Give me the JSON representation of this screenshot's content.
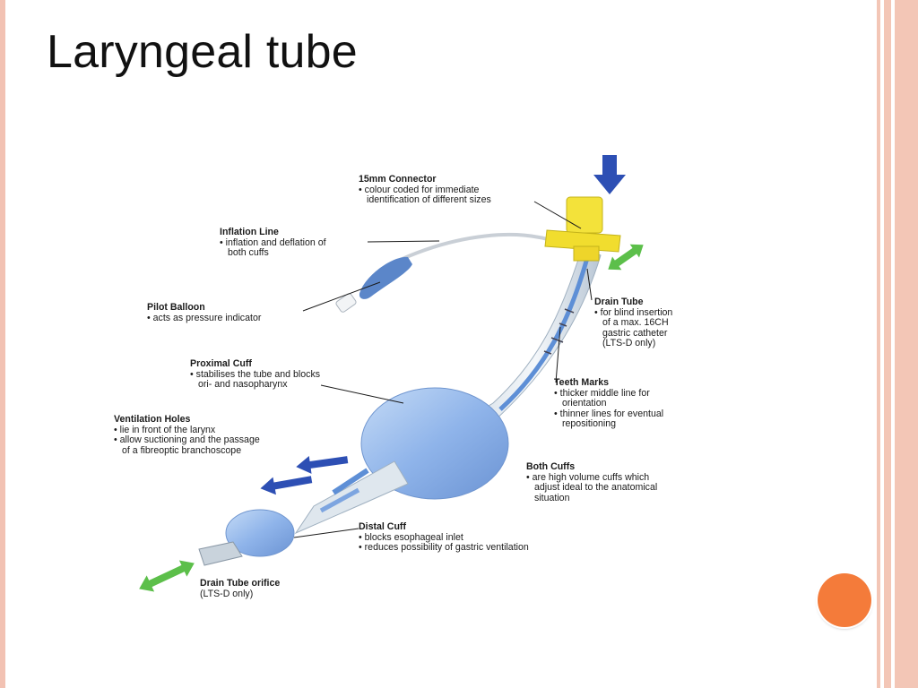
{
  "slide": {
    "title": "Laryngeal tube"
  },
  "callouts": {
    "connector": {
      "title": "15mm Connector",
      "lines": [
        "• colour coded for immediate",
        "identification of different sizes"
      ]
    },
    "inflation_line": {
      "title": "Inflation Line",
      "lines": [
        "• inflation and deflation of",
        "both cuffs"
      ]
    },
    "pilot_balloon": {
      "title": "Pilot Balloon",
      "lines": [
        "• acts as pressure indicator"
      ]
    },
    "drain_tube": {
      "title": "Drain Tube",
      "lines": [
        "• for blind insertion",
        "of a max. 16CH",
        "gastric catheter",
        "(LTS-D only)"
      ]
    },
    "proximal_cuff": {
      "title": "Proximal Cuff",
      "lines": [
        "• stabilises the tube and blocks",
        "ori- and nasopharynx"
      ]
    },
    "teeth_marks": {
      "title": "Teeth Marks",
      "lines": [
        "• thicker middle line for",
        "orientation",
        "• thinner lines for eventual",
        "repositioning"
      ]
    },
    "ventilation_holes": {
      "title": "Ventilation Holes",
      "lines": [
        "• lie in front of the larynx",
        "• allow suctioning and the passage",
        "of a fibreoptic branchoscope"
      ]
    },
    "both_cuffs": {
      "title": "Both Cuffs",
      "lines": [
        "• are high volume cuffs which",
        "adjust ideal to the anatomical",
        "situation"
      ]
    },
    "distal_cuff": {
      "title": "Distal Cuff",
      "lines": [
        "• blocks esophageal inlet",
        "• reduces possibility of gastric ventilation"
      ]
    },
    "drain_orifice": {
      "title": "Drain Tube orifice",
      "lines": [
        "(LTS-D only)"
      ]
    }
  },
  "colors": {
    "cuff_blue": "#8fb4ea",
    "connector_yellow": "#f3e23a",
    "arrow_blue": "#2d4fb4",
    "arrow_green": "#5cbf4a",
    "accent_orange": "#f47b3a",
    "frame_salmon": "#f3c6b6"
  }
}
